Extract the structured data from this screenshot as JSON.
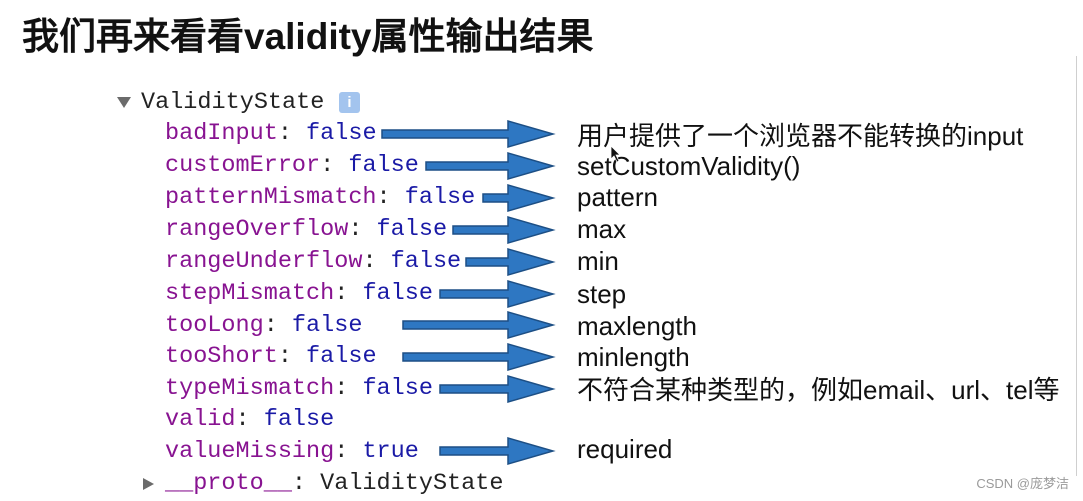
{
  "title": "我们再来看看validity属性输出结果",
  "colors": {
    "property_name": "#881391",
    "boolean_value": "#1a1aa6",
    "arrow_fill": "#2e77c2",
    "arrow_outline": "#1d4f85",
    "info_icon": "#a3c4ee",
    "toggle": "#6b6b6b"
  },
  "console_tree": {
    "root": {
      "toggle_icon": "triangle-down-icon",
      "label": "ValidityState",
      "info_icon": "info-icon",
      "info_glyph": "i"
    },
    "separator": ":",
    "properties": [
      {
        "name": "badInput",
        "value": "false",
        "note": "用户提供了一个浏览器不能转换的input"
      },
      {
        "name": "customError",
        "value": "false",
        "note": "setCustomValidity()"
      },
      {
        "name": "patternMismatch",
        "value": "false",
        "note": "pattern"
      },
      {
        "name": "rangeOverflow",
        "value": "false",
        "note": "max"
      },
      {
        "name": "rangeUnderflow",
        "value": "false",
        "note": "min"
      },
      {
        "name": "stepMismatch",
        "value": "false",
        "note": "step"
      },
      {
        "name": "tooLong",
        "value": "false",
        "note": "maxlength"
      },
      {
        "name": "tooShort",
        "value": "false",
        "note": "minlength"
      },
      {
        "name": "typeMismatch",
        "value": "false",
        "note": "不符合某种类型的，例如email、url、tel等"
      },
      {
        "name": "valid",
        "value": "false"
      },
      {
        "name": "valueMissing",
        "value": "true",
        "note": "required"
      }
    ],
    "proto": {
      "toggle_icon": "triangle-right-icon",
      "name": "__proto__",
      "value": "ValidityState"
    }
  },
  "arrow_icon": "right-arrow-icon",
  "cursor_icon": "mouse-cursor-icon",
  "watermark": "CSDN @庞梦洁"
}
